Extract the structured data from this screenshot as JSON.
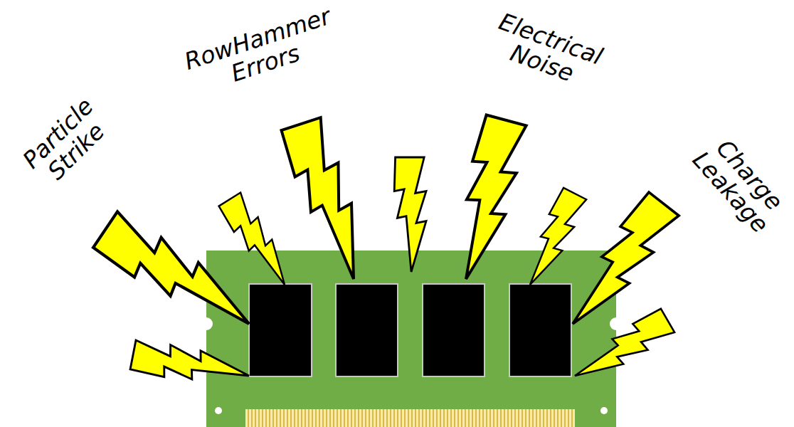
{
  "diagram": {
    "labels": [
      "Particle Strike",
      "RowHammer Errors",
      "Electrical Noise",
      "Charge Leakage"
    ]
  }
}
